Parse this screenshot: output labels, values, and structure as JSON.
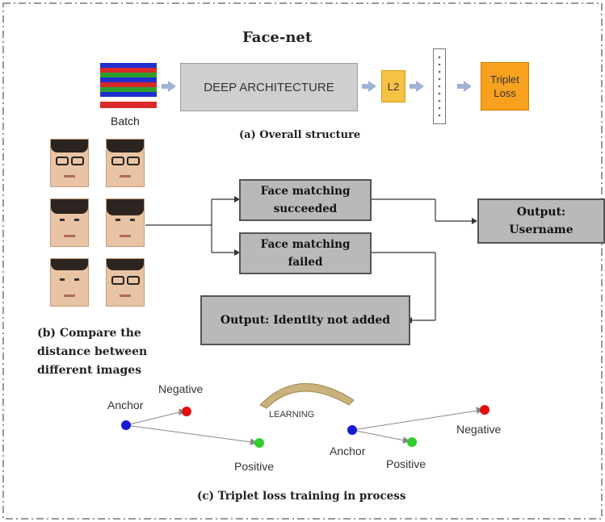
{
  "title": "Face-net",
  "structure": {
    "batch_label": "Batch",
    "deep_label": "DEEP ARCHITECTURE",
    "l2_label": "L2",
    "triplet_line1": "Triplet",
    "triplet_line2": "Loss",
    "caption": "(a) Overall structure"
  },
  "matching": {
    "succeeded_line1": "Face matching",
    "succeeded_line2": "succeeded",
    "failed_line1": "Face matching",
    "failed_line2": "failed",
    "output_username_line1": "Output:",
    "output_username_line2": "Username",
    "output_not_added": "Output:  Identity not added",
    "caption_line1": "(b) Compare the",
    "caption_line2": "distance between",
    "caption_line3": "different images"
  },
  "triplet": {
    "learning": "LEARNING",
    "before": {
      "anchor": "Anchor",
      "negative": "Negative",
      "positive": "Positive"
    },
    "after": {
      "anchor": "Anchor",
      "negative": "Negative",
      "positive": "Positive"
    },
    "caption": "(c) Triplet loss training in process"
  },
  "colors": {
    "anchor": "#1a1ad6",
    "negative": "#e01010",
    "positive": "#2fcf2f",
    "deep_box": "#cfcfcf",
    "l2_box": "#f5c243",
    "triplet_box": "#f7a11f",
    "match_box": "#b9b9b9",
    "batch_stripes": [
      "#1f2fd0",
      "#d82a2a",
      "#2ea02e",
      "#1f2fd0",
      "#d82a2a",
      "#2ea02e",
      "#1f2fd0",
      "#ffffff",
      "#d82a2a"
    ]
  }
}
